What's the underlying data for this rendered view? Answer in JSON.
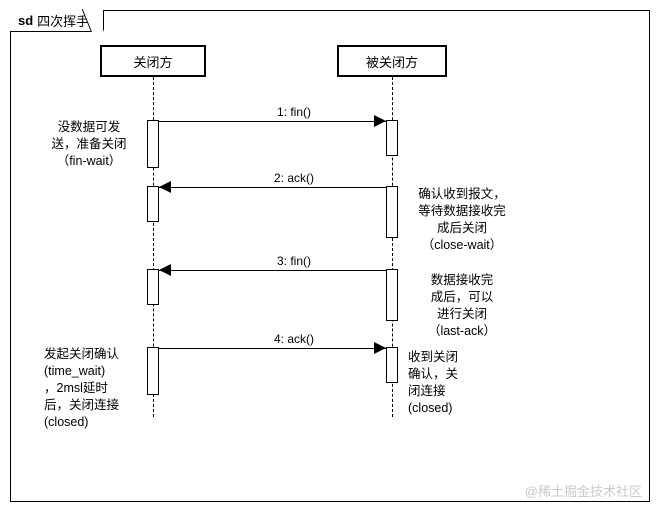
{
  "diagram": {
    "type": "uml-sequence-diagram",
    "frame": {
      "keyword": "sd",
      "title": "四次挥手"
    },
    "lifelines": [
      {
        "id": "closer",
        "label": "关闭方"
      },
      {
        "id": "closed",
        "label": "被关闭方"
      }
    ],
    "messages": [
      {
        "index": "1",
        "label": "1: fin()",
        "from": "closer",
        "to": "closed",
        "direction": "right"
      },
      {
        "index": "2",
        "label": "2: ack()",
        "from": "closed",
        "to": "closer",
        "direction": "left"
      },
      {
        "index": "3",
        "label": "3: fin()",
        "from": "closed",
        "to": "closer",
        "direction": "left"
      },
      {
        "index": "4",
        "label": "4: ack()",
        "from": "closer",
        "to": "closed",
        "direction": "right"
      }
    ],
    "notes": {
      "left_fin_wait": {
        "lines": [
          "没数据可发",
          "送，准备关闭",
          "（fin-wait）"
        ],
        "line1": "没数据可发",
        "line2": "送，准备关闭",
        "line3": "（fin-wait）"
      },
      "right_close_wait": {
        "lines": [
          "确认收到报文，",
          "等待数据接收完",
          "成后关闭",
          "（close-wait）"
        ],
        "line1": "确认收到报文，",
        "line2": "等待数据接收完",
        "line3": "成后关闭",
        "line4": "（close-wait）"
      },
      "right_last_ack": {
        "lines": [
          "数据接收完",
          "成后，可以",
          "进行关闭",
          "（last-ack）"
        ],
        "line1": "数据接收完",
        "line2": "成后，可以",
        "line3": "进行关闭",
        "line4": "（last-ack）"
      },
      "left_time_wait": {
        "lines": [
          "发起关闭确认",
          "(time_wait)",
          "，2msl延时",
          "后，关闭连接",
          "(closed)"
        ],
        "line1": "发起关闭确认",
        "line2": "(time_wait)",
        "line3": "，2msl延时",
        "line4": "后，关闭连接",
        "line5": "(closed)"
      },
      "right_closed": {
        "lines": [
          "收到关闭",
          "确认，关",
          "闭连接",
          "(closed)"
        ],
        "line1": "收到关闭",
        "line2": "确认，关",
        "line3": "闭连接",
        "line4": "(closed)"
      }
    },
    "watermark": "@稀土掘金技术社区",
    "colors": {
      "stroke": "#000000",
      "background": "#ffffff",
      "watermark": "#c9c9c9"
    }
  }
}
